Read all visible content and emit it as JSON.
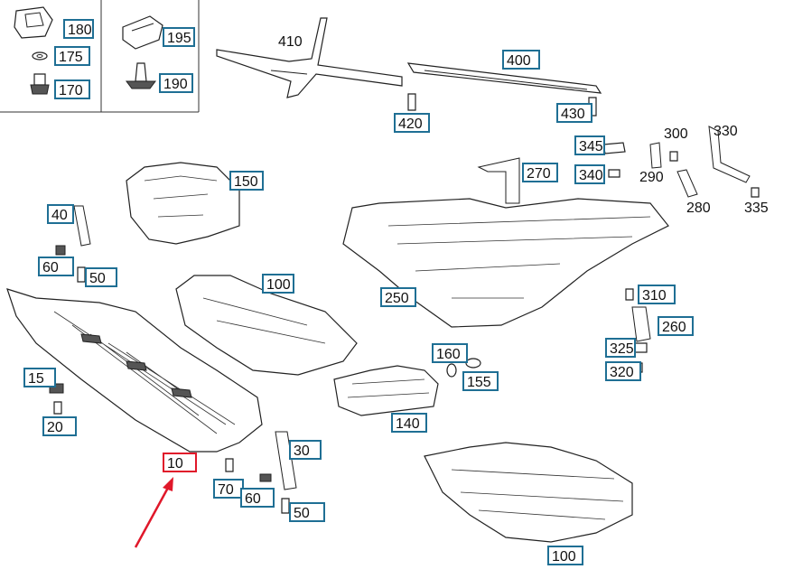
{
  "legend": {
    "items": [
      {
        "label": "180"
      },
      {
        "label": "175"
      },
      {
        "label": "170"
      },
      {
        "label": "195"
      },
      {
        "label": "190"
      }
    ]
  },
  "callouts": [
    {
      "label": "410"
    },
    {
      "label": "400"
    },
    {
      "label": "420"
    },
    {
      "label": "430"
    },
    {
      "label": "345"
    },
    {
      "label": "300"
    },
    {
      "label": "330"
    },
    {
      "label": "340"
    },
    {
      "label": "290"
    },
    {
      "label": "280"
    },
    {
      "label": "335"
    },
    {
      "label": "270"
    },
    {
      "label": "150"
    },
    {
      "label": "40"
    },
    {
      "label": "60"
    },
    {
      "label": "50"
    },
    {
      "label": "100"
    },
    {
      "label": "250"
    },
    {
      "label": "310"
    },
    {
      "label": "260"
    },
    {
      "label": "160"
    },
    {
      "label": "325"
    },
    {
      "label": "155"
    },
    {
      "label": "320"
    },
    {
      "label": "15"
    },
    {
      "label": "20"
    },
    {
      "label": "140"
    },
    {
      "label": "30"
    },
    {
      "label": "10"
    },
    {
      "label": "70"
    },
    {
      "label": "60"
    },
    {
      "label": "50"
    },
    {
      "label": "100"
    }
  ],
  "highlight": {
    "label": "10",
    "color": "#e0182a"
  },
  "colors": {
    "callout_border": "#1f6f94",
    "highlight": "#e0182a",
    "arrow": "#e0182a"
  }
}
